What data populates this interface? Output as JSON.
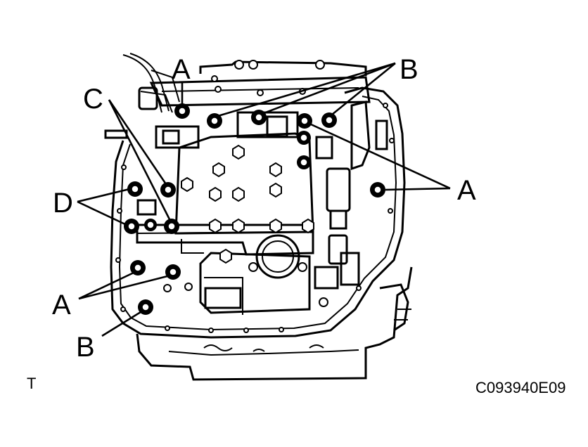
{
  "labels": {
    "a_top": "A",
    "b_top": "B",
    "c": "C",
    "d": "D",
    "a_right": "A",
    "a_left": "A",
    "b_bottom": "B"
  },
  "footer": {
    "corner_mark": "T",
    "figure_code": "C093940E09"
  }
}
